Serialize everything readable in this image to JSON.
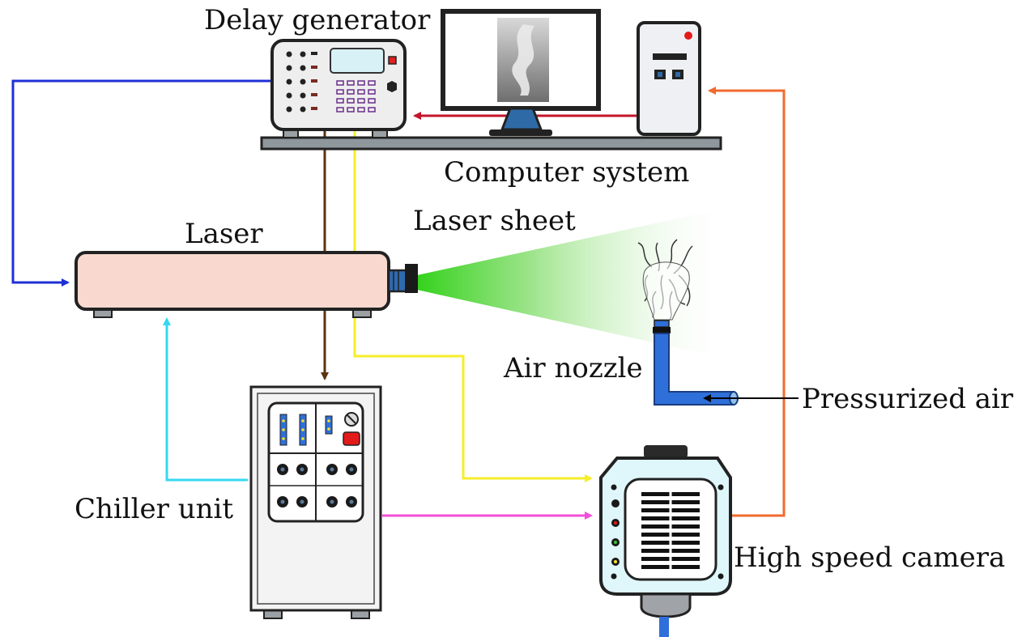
{
  "labels": {
    "delay_generator": "Delay generator",
    "computer_system": "Computer system",
    "laser": "Laser",
    "laser_sheet": "Laser sheet",
    "air_nozzle": "Air nozzle",
    "pressurized_air": "Pressurized air",
    "chiller_unit": "Chiller unit",
    "high_speed_camera": "High speed camera"
  },
  "colors": {
    "blue_line": "#1f2fd6",
    "cyan_line": "#35d8f0",
    "brown_line": "#5a3410",
    "yellow_line": "#f5ee2a",
    "magenta_line": "#f24fd8",
    "orange_line": "#f26a2e",
    "red_line": "#c4142b",
    "laser_body": "#f9d9cf",
    "laser_green": "#3fd42a",
    "nozzle_blue": "#2f6fd9",
    "camera_body": "#dff6fb",
    "chiller_body": "#f2f3f2"
  }
}
